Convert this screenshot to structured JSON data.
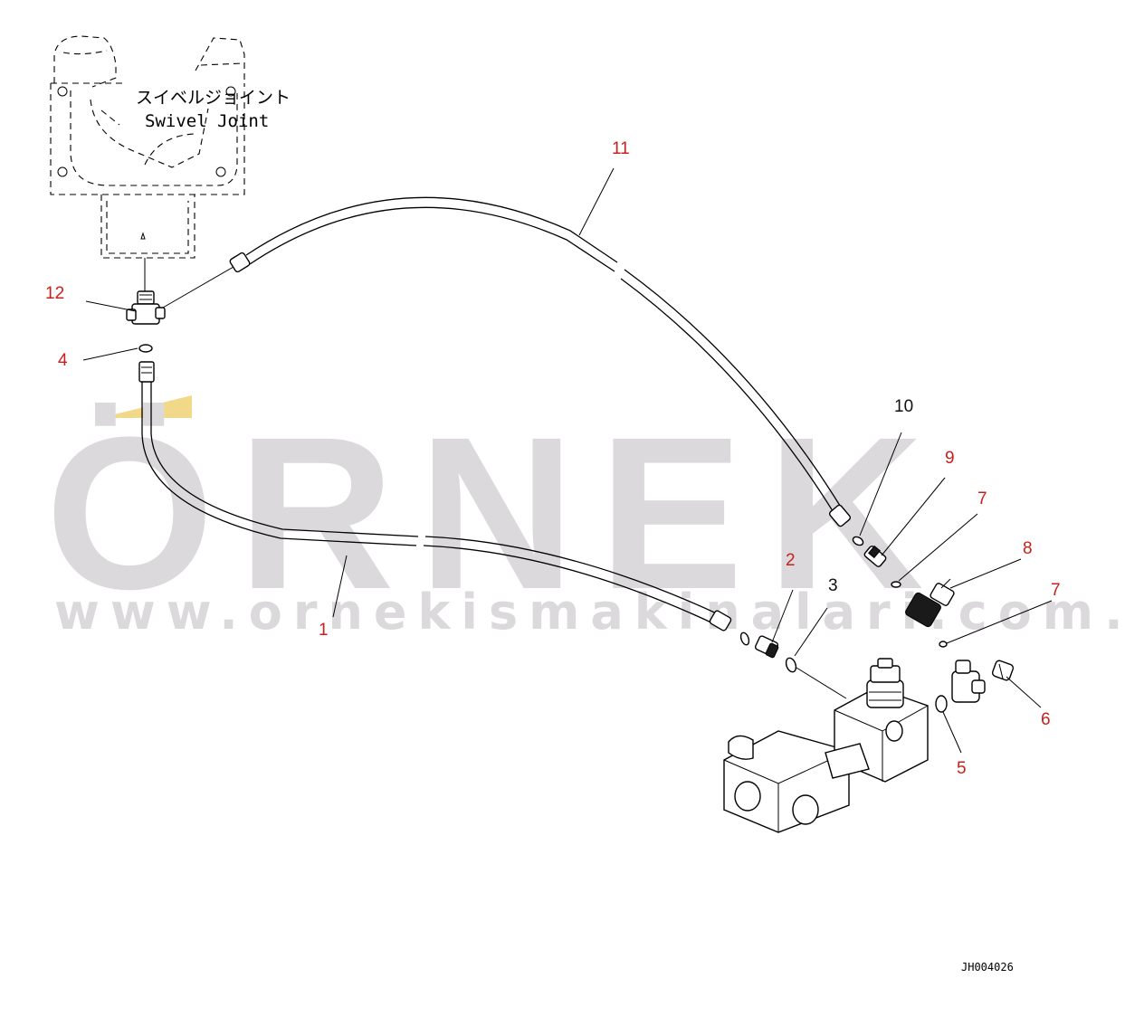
{
  "watermark": {
    "brand": "ÖRNEK",
    "url": "www.ornekismakinalari.com.tr",
    "accent_color": "#f2d98a",
    "text_color": "#dcd9dd"
  },
  "labels": {
    "swivel_joint_jp": "スイベルジョイント",
    "swivel_joint_en": "Swivel Joint"
  },
  "callouts": [
    {
      "id": "callout-1",
      "text": "1"
    },
    {
      "id": "callout-2",
      "text": "2"
    },
    {
      "id": "callout-3",
      "text": "3"
    },
    {
      "id": "callout-4",
      "text": "4"
    },
    {
      "id": "callout-5",
      "text": "5"
    },
    {
      "id": "callout-6",
      "text": "6"
    },
    {
      "id": "callout-7a",
      "text": "7"
    },
    {
      "id": "callout-7b",
      "text": "7"
    },
    {
      "id": "callout-8",
      "text": "8"
    },
    {
      "id": "callout-9",
      "text": "9"
    },
    {
      "id": "callout-10",
      "text": "10"
    },
    {
      "id": "callout-11",
      "text": "11"
    },
    {
      "id": "callout-12",
      "text": "12"
    }
  ],
  "drawing_code": "JH004026",
  "colors": {
    "callout_red": "#c8201c",
    "line": "#000000"
  }
}
